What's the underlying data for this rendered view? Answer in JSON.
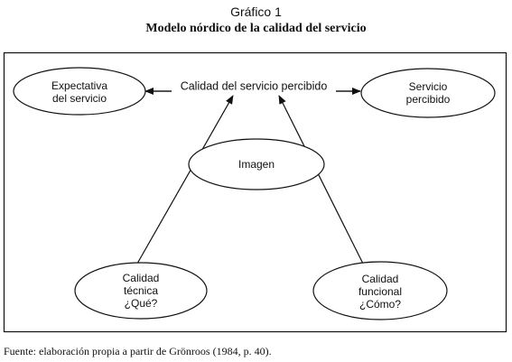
{
  "header": {
    "caption": "Gráfico 1",
    "title": "Modelo nórdico de la calidad del servicio"
  },
  "diagram": {
    "nodes": {
      "expectativa": {
        "lines": [
          "Expectativa",
          "del servicio"
        ]
      },
      "servicio_percibido": {
        "lines": [
          "Servicio",
          "percibido"
        ]
      },
      "imagen": {
        "lines": [
          "Imagen"
        ]
      },
      "calidad_tecnica": {
        "lines": [
          "Calidad",
          "técnica",
          "¿Qué?"
        ]
      },
      "calidad_funcional": {
        "lines": [
          "Calidad",
          "funcional",
          "¿Cómo?"
        ]
      }
    },
    "edges": {
      "calidad_percibida_label": "Calidad del servicio percibido"
    },
    "colors": {
      "stroke": "#111111",
      "background": "#ffffff"
    }
  },
  "footer": {
    "source": "Fuente: elaboración propia a partir de Grönroos (1984, p. 40)."
  }
}
